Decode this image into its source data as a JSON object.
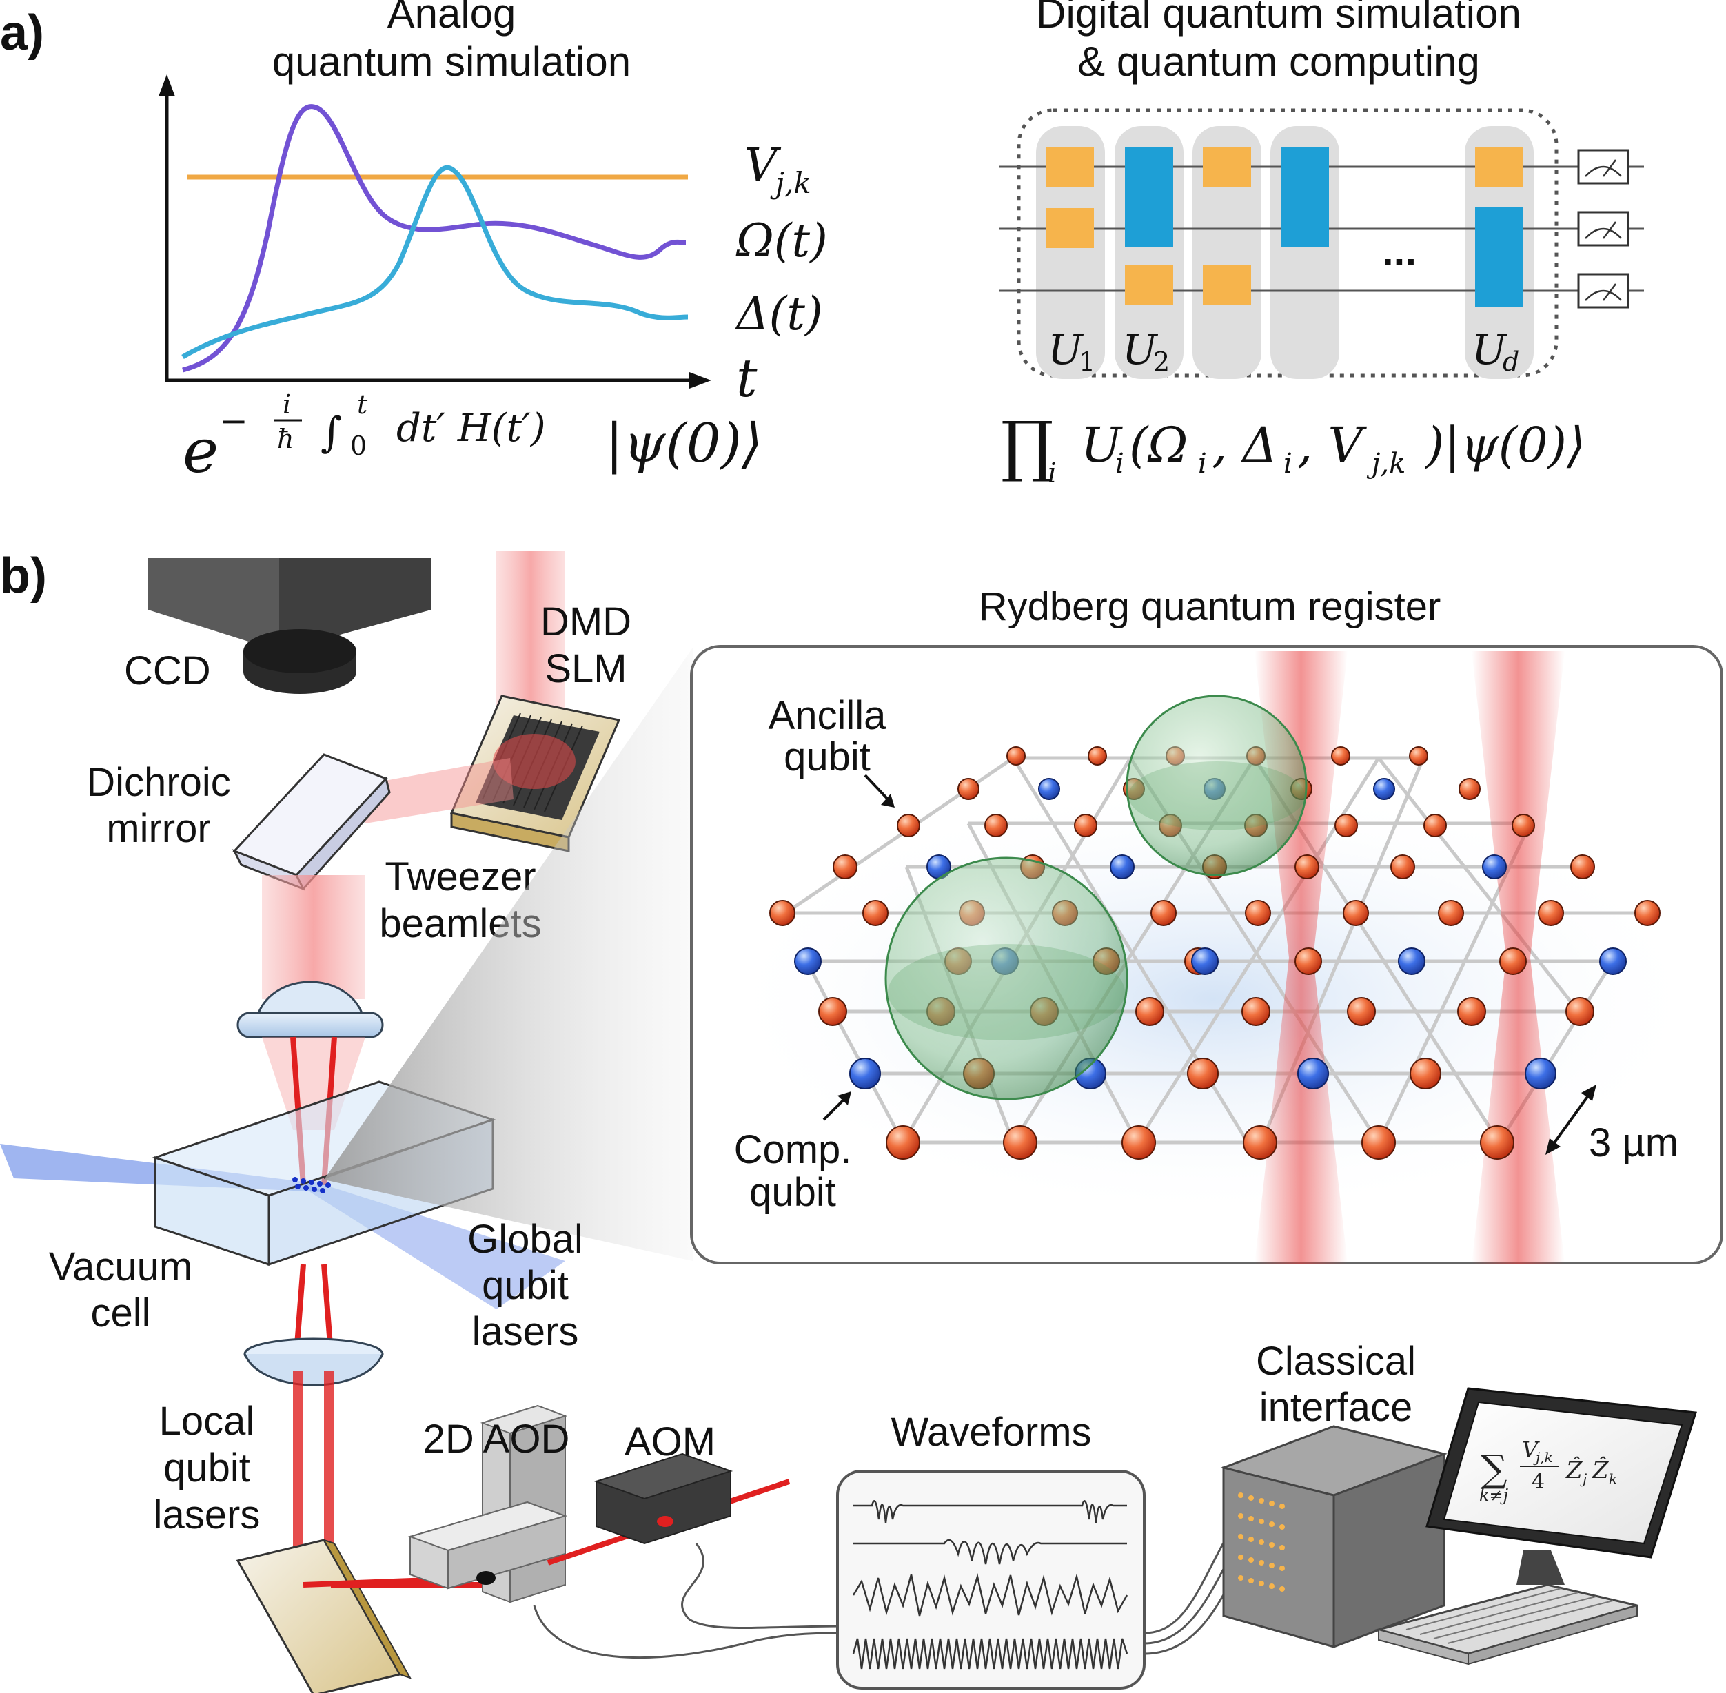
{
  "panel_a": {
    "label": "a)",
    "analog": {
      "title_line1": "Analog",
      "title_line2": "quantum simulation",
      "curve_labels": [
        "V",
        "j,k",
        "Ω(t)",
        "Δ(t)"
      ],
      "time_label": "t",
      "formula": "e^{-i/ħ ∫ dt' H(t')} |ψ(0)⟩",
      "formula_parts": [
        "e",
        "−",
        "i",
        "ħ",
        "∫",
        "t",
        "0",
        "dt′ H(t′)",
        "|ψ(0)⟩"
      ]
    },
    "digital": {
      "title_line1": "Digital quantum simulation",
      "title_line2": "& quantum computing",
      "layer_labels": [
        {
          "main": "U",
          "sub": "1"
        },
        {
          "main": "U",
          "sub": "2"
        },
        {
          "main": "U",
          "sub": "d"
        }
      ],
      "ellipsis": "...",
      "formula_parts": [
        "∏",
        "i",
        "U",
        "i",
        "(Ω",
        "i",
        ", Δ",
        "i",
        ", V",
        "j,k",
        ")|ψ(0)⟩"
      ]
    },
    "colors": {
      "orange": "#f5b042",
      "purple": "#7454d6",
      "cyan": "#3aaed8",
      "gate_orange": "#f6b44c",
      "gate_blue": "#1e9fd6"
    }
  },
  "panel_b": {
    "label": "b)",
    "register_title": "Rydberg quantum register",
    "labels": {
      "ccd": "CCD",
      "dmd1": "DMD",
      "dmd2": "SLM",
      "dichroic1": "Dichroic",
      "dichroic2": "mirror",
      "tweezer1": "Tweezer",
      "tweezer2": "beamlets",
      "vacuum1": "Vacuum",
      "vacuum2": "cell",
      "global1": "Global",
      "global2": "qubit",
      "global3": "lasers",
      "local1": "Local",
      "local2": "qubit",
      "local3": "lasers",
      "aod": "2D AOD",
      "aom": "AOM",
      "waveforms": "Waveforms",
      "classical1": "Classical",
      "classical2": "interface",
      "ancilla1": "Ancilla",
      "ancilla2": "qubit",
      "comp1": "Comp.",
      "comp2": "qubit",
      "spacing": "3 µm"
    },
    "screen_formula": [
      "∑",
      "k≠j",
      "V",
      "j,k",
      "4",
      "Ẑ",
      "j",
      "Ẑ",
      "k"
    ]
  }
}
